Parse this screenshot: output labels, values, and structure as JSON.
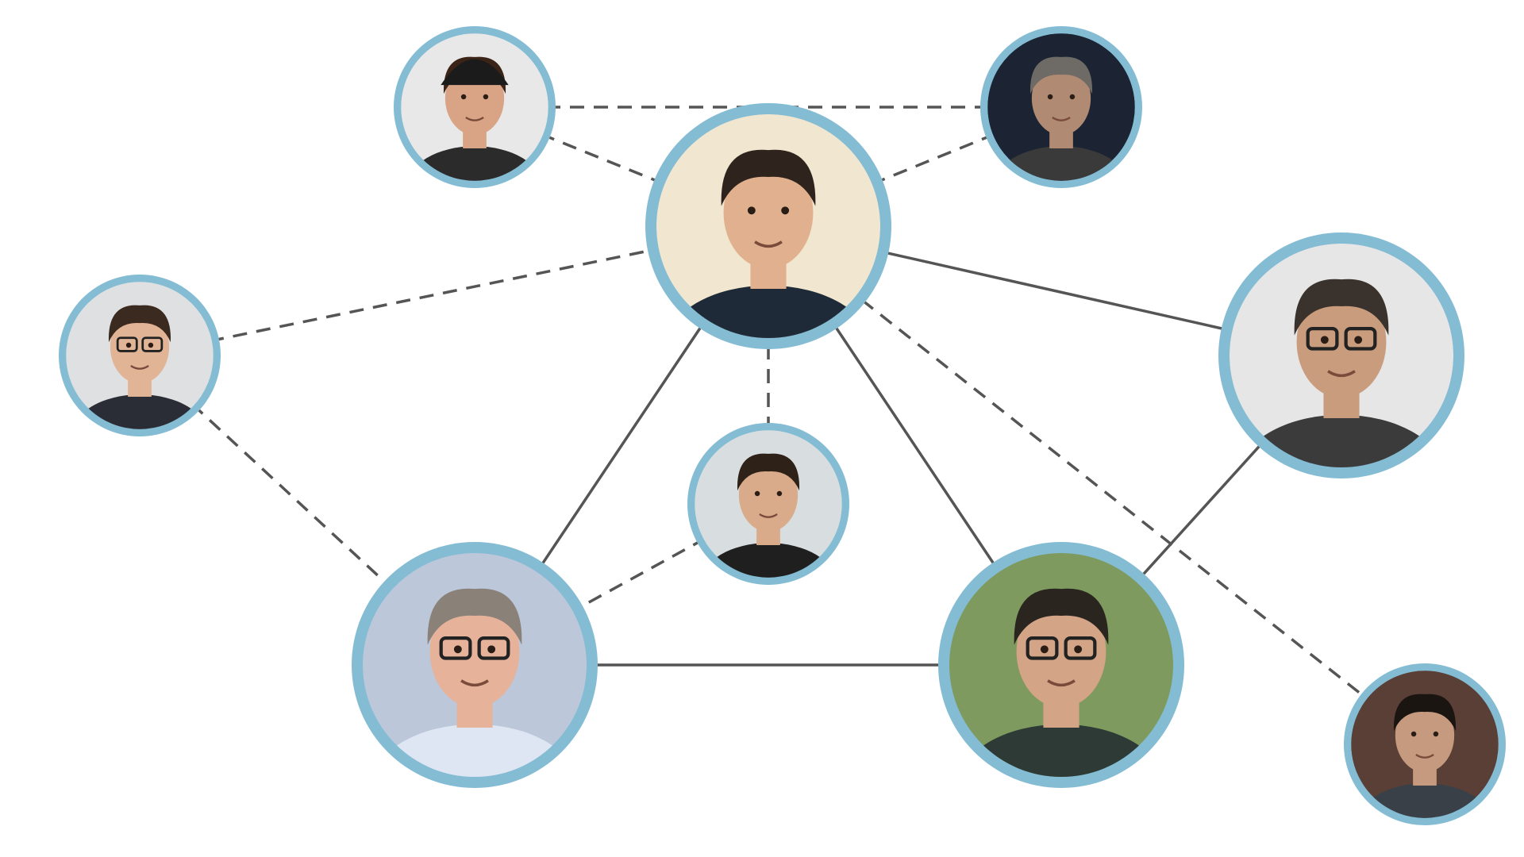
{
  "diagram": {
    "colors": {
      "background": "#ffffff",
      "ring": "#84bcd4",
      "edge": "#555555"
    },
    "nodes": [
      {
        "id": "center",
        "avatar": "avatar-center-man-goatee",
        "bg": "#f1e6cf",
        "skin": "#e1b08e",
        "hair": "#2e241d",
        "shirt": "#1e2a37"
      },
      {
        "id": "top-left",
        "avatar": "avatar-man-black-cap-beard",
        "bg": "#e8e8e8",
        "skin": "#d8a485",
        "hair": "#3b2417",
        "shirt": "#2b2b2b",
        "cap": "#1b1b1b"
      },
      {
        "id": "top-right",
        "avatar": "avatar-older-man-gray-hair",
        "bg": "#1c2433",
        "skin": "#b08a72",
        "hair": "#6e6a66",
        "shirt": "#3a3a3a"
      },
      {
        "id": "left",
        "avatar": "avatar-man-glasses-suit",
        "bg": "#dfe0e2",
        "skin": "#e2b496",
        "hair": "#3b2a20",
        "shirt": "#2a2d36",
        "glasses": true
      },
      {
        "id": "middle",
        "avatar": "avatar-young-man-dark-jacket",
        "bg": "#d8dde0",
        "skin": "#d9ab8a",
        "hair": "#2d2118",
        "shirt": "#1f1f1f"
      },
      {
        "id": "right",
        "avatar": "avatar-man-curly-hair-glasses",
        "bg": "#e6e6e6",
        "skin": "#c99c7e",
        "hair": "#3a332d",
        "shirt": "#3b3b3b",
        "glasses": true
      },
      {
        "id": "bottom-left",
        "avatar": "avatar-man-glasses-striped-shirt",
        "bg": "#bcc7da",
        "skin": "#e6b39a",
        "hair": "#8a8179",
        "shirt": "#dde6f2",
        "glasses": true
      },
      {
        "id": "bottom-right",
        "avatar": "avatar-man-glasses-graffiti-wall",
        "bg": "#7e9a5e",
        "skin": "#d4a486",
        "hair": "#2b2520",
        "shirt": "#2e3a35",
        "glasses": true
      },
      {
        "id": "far-right",
        "avatar": "avatar-young-man-dark-hair",
        "bg": "#5a3f36",
        "skin": "#c59a7e",
        "hair": "#1b1512",
        "shirt": "#3a4048"
      }
    ],
    "edges": [
      {
        "from": "top-left",
        "to": "top-right",
        "style": "dashed"
      },
      {
        "from": "top-left",
        "to": "center",
        "style": "dashed"
      },
      {
        "from": "top-right",
        "to": "center",
        "style": "dashed"
      },
      {
        "from": "left",
        "to": "center",
        "style": "dashed"
      },
      {
        "from": "left",
        "to": "bottom-left",
        "style": "dashed"
      },
      {
        "from": "center",
        "to": "right",
        "style": "solid"
      },
      {
        "from": "center",
        "to": "middle",
        "style": "dashed"
      },
      {
        "from": "center",
        "to": "bottom-left",
        "style": "solid"
      },
      {
        "from": "center",
        "to": "bottom-right",
        "style": "solid"
      },
      {
        "from": "center",
        "to": "far-right",
        "style": "dashed"
      },
      {
        "from": "middle",
        "to": "bottom-left",
        "style": "dashed"
      },
      {
        "from": "bottom-left",
        "to": "bottom-right",
        "style": "solid"
      },
      {
        "from": "right",
        "to": "bottom-right",
        "style": "solid"
      }
    ]
  }
}
